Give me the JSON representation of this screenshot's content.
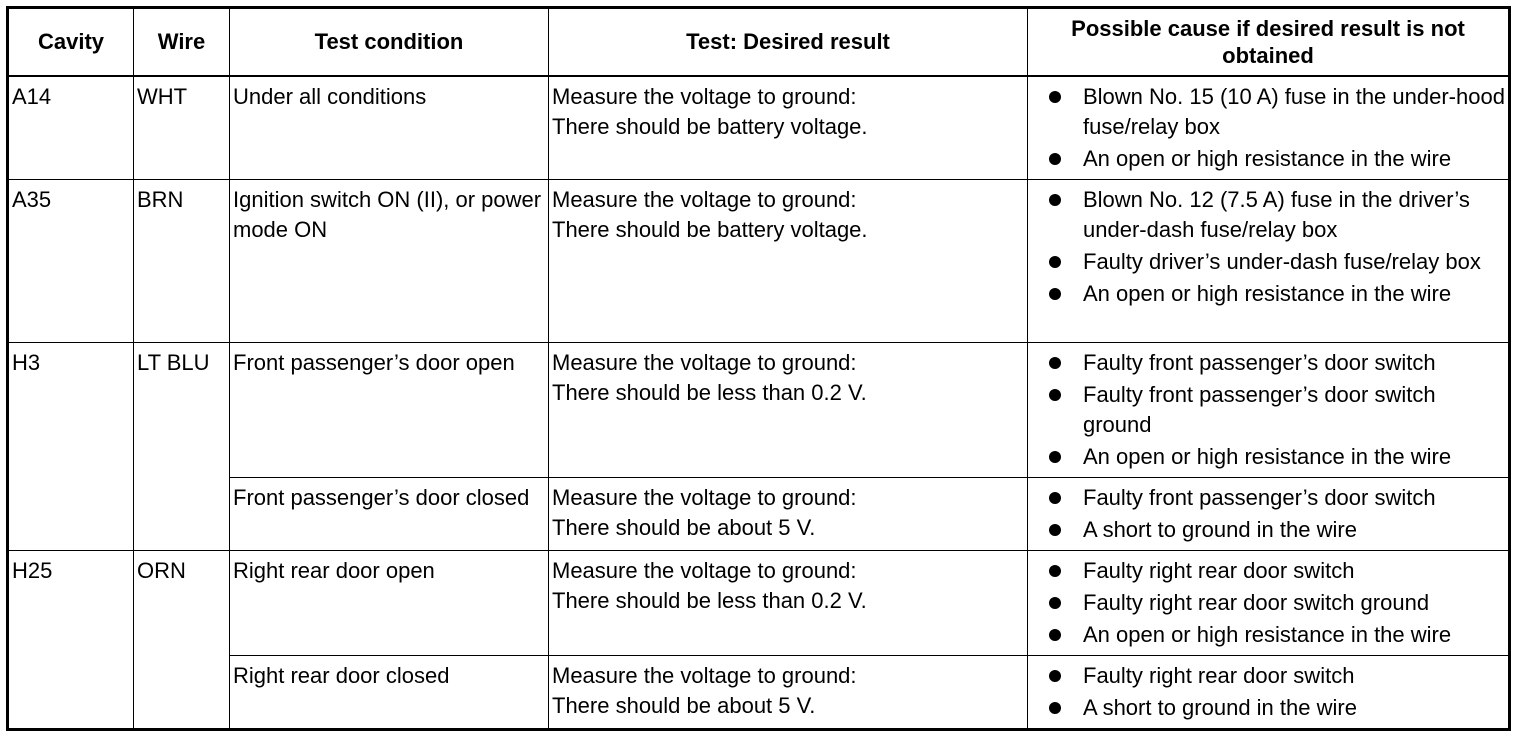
{
  "headers": {
    "cavity": "Cavity",
    "wire": "Wire",
    "condition": "Test condition",
    "result": "Test: Desired result",
    "cause": "Possible cause if desired result is not obtained"
  },
  "rows": [
    {
      "cavity": "A14",
      "wire": "WHT",
      "tests": [
        {
          "condition": "Under all conditions",
          "result_line1": "Measure the voltage to ground:",
          "result_line2": "There should be battery voltage.",
          "causes": [
            "Blown No. 15 (10 A) fuse in the under-hood fuse/relay box",
            "An open or high resistance in the wire"
          ]
        }
      ]
    },
    {
      "cavity": "A35",
      "wire": "BRN",
      "tests": [
        {
          "condition": "Ignition switch ON (II), or power mode ON",
          "result_line1": "Measure the voltage to ground:",
          "result_line2": "There should be battery voltage.",
          "causes": [
            "Blown No. 12 (7.5 A) fuse in the driver’s under-dash fuse/relay box",
            "Faulty driver’s under-dash fuse/relay box",
            "An open or high resistance in the wire"
          ]
        }
      ]
    },
    {
      "cavity": "H3",
      "wire": "LT BLU",
      "tests": [
        {
          "condition": "Front passenger’s door open",
          "result_line1": "Measure the voltage to ground:",
          "result_line2": "There should be less than 0.2 V.",
          "causes": [
            "Faulty front passenger’s door switch",
            "Faulty front passenger’s door switch ground",
            "An open or high resistance in the wire"
          ]
        },
        {
          "condition": "Front passenger’s door closed",
          "result_line1": "Measure the voltage to ground:",
          "result_line2": "There should be about 5 V.",
          "causes": [
            "Faulty front passenger’s door switch",
            "A short to ground in the wire"
          ]
        }
      ]
    },
    {
      "cavity": "H25",
      "wire": "ORN",
      "tests": [
        {
          "condition": "Right rear door open",
          "result_line1": "Measure the voltage to ground:",
          "result_line2": "There should be less than 0.2 V.",
          "causes": [
            "Faulty right rear door switch",
            "Faulty right rear door switch ground",
            "An open or high resistance in the wire"
          ]
        },
        {
          "condition": "Right rear door closed",
          "result_line1": "Measure the voltage to ground:",
          "result_line2": "There should be about 5 V.",
          "causes": [
            "Faulty right rear door switch",
            "A short to ground in the wire"
          ]
        }
      ]
    }
  ]
}
